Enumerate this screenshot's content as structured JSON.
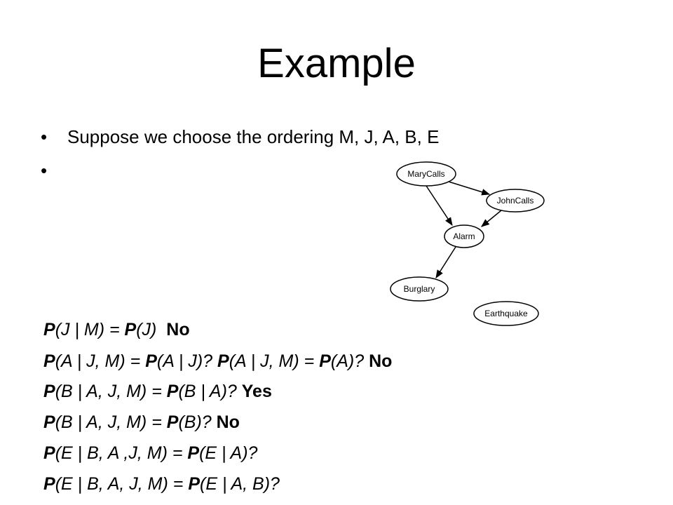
{
  "title": "Example",
  "bullets": [
    {
      "text": "Suppose we choose the ordering M, J, A, B, E"
    },
    {
      "text": ""
    }
  ],
  "bullet_glyph": "•",
  "network": {
    "nodes": [
      "MaryCalls",
      "JohnCalls",
      "Alarm",
      "Burglary",
      "Earthquake"
    ],
    "edges": [
      [
        "MaryCalls",
        "JohnCalls"
      ],
      [
        "MaryCalls",
        "Alarm"
      ],
      [
        "JohnCalls",
        "Alarm"
      ],
      [
        "Alarm",
        "Burglary"
      ]
    ]
  },
  "equations": [
    {
      "lhs_p": "P",
      "lhs": "(J | M) = ",
      "rhs_p": "P",
      "rhs": "(J)",
      "answer": "No"
    },
    {
      "text": "P(A | J, M) = P(A | J)? P(A | J, M) = P(A)? No"
    },
    {
      "text": "P(B | A, J, M) = P(B | A)? Yes"
    },
    {
      "text": "P(B | A, J, M) = P(B)? No"
    },
    {
      "text": "P(E | B, A ,J, M) = P(E | A)?"
    },
    {
      "text": "P(E | B, A, J, M) = P(E | A, B)?"
    }
  ]
}
